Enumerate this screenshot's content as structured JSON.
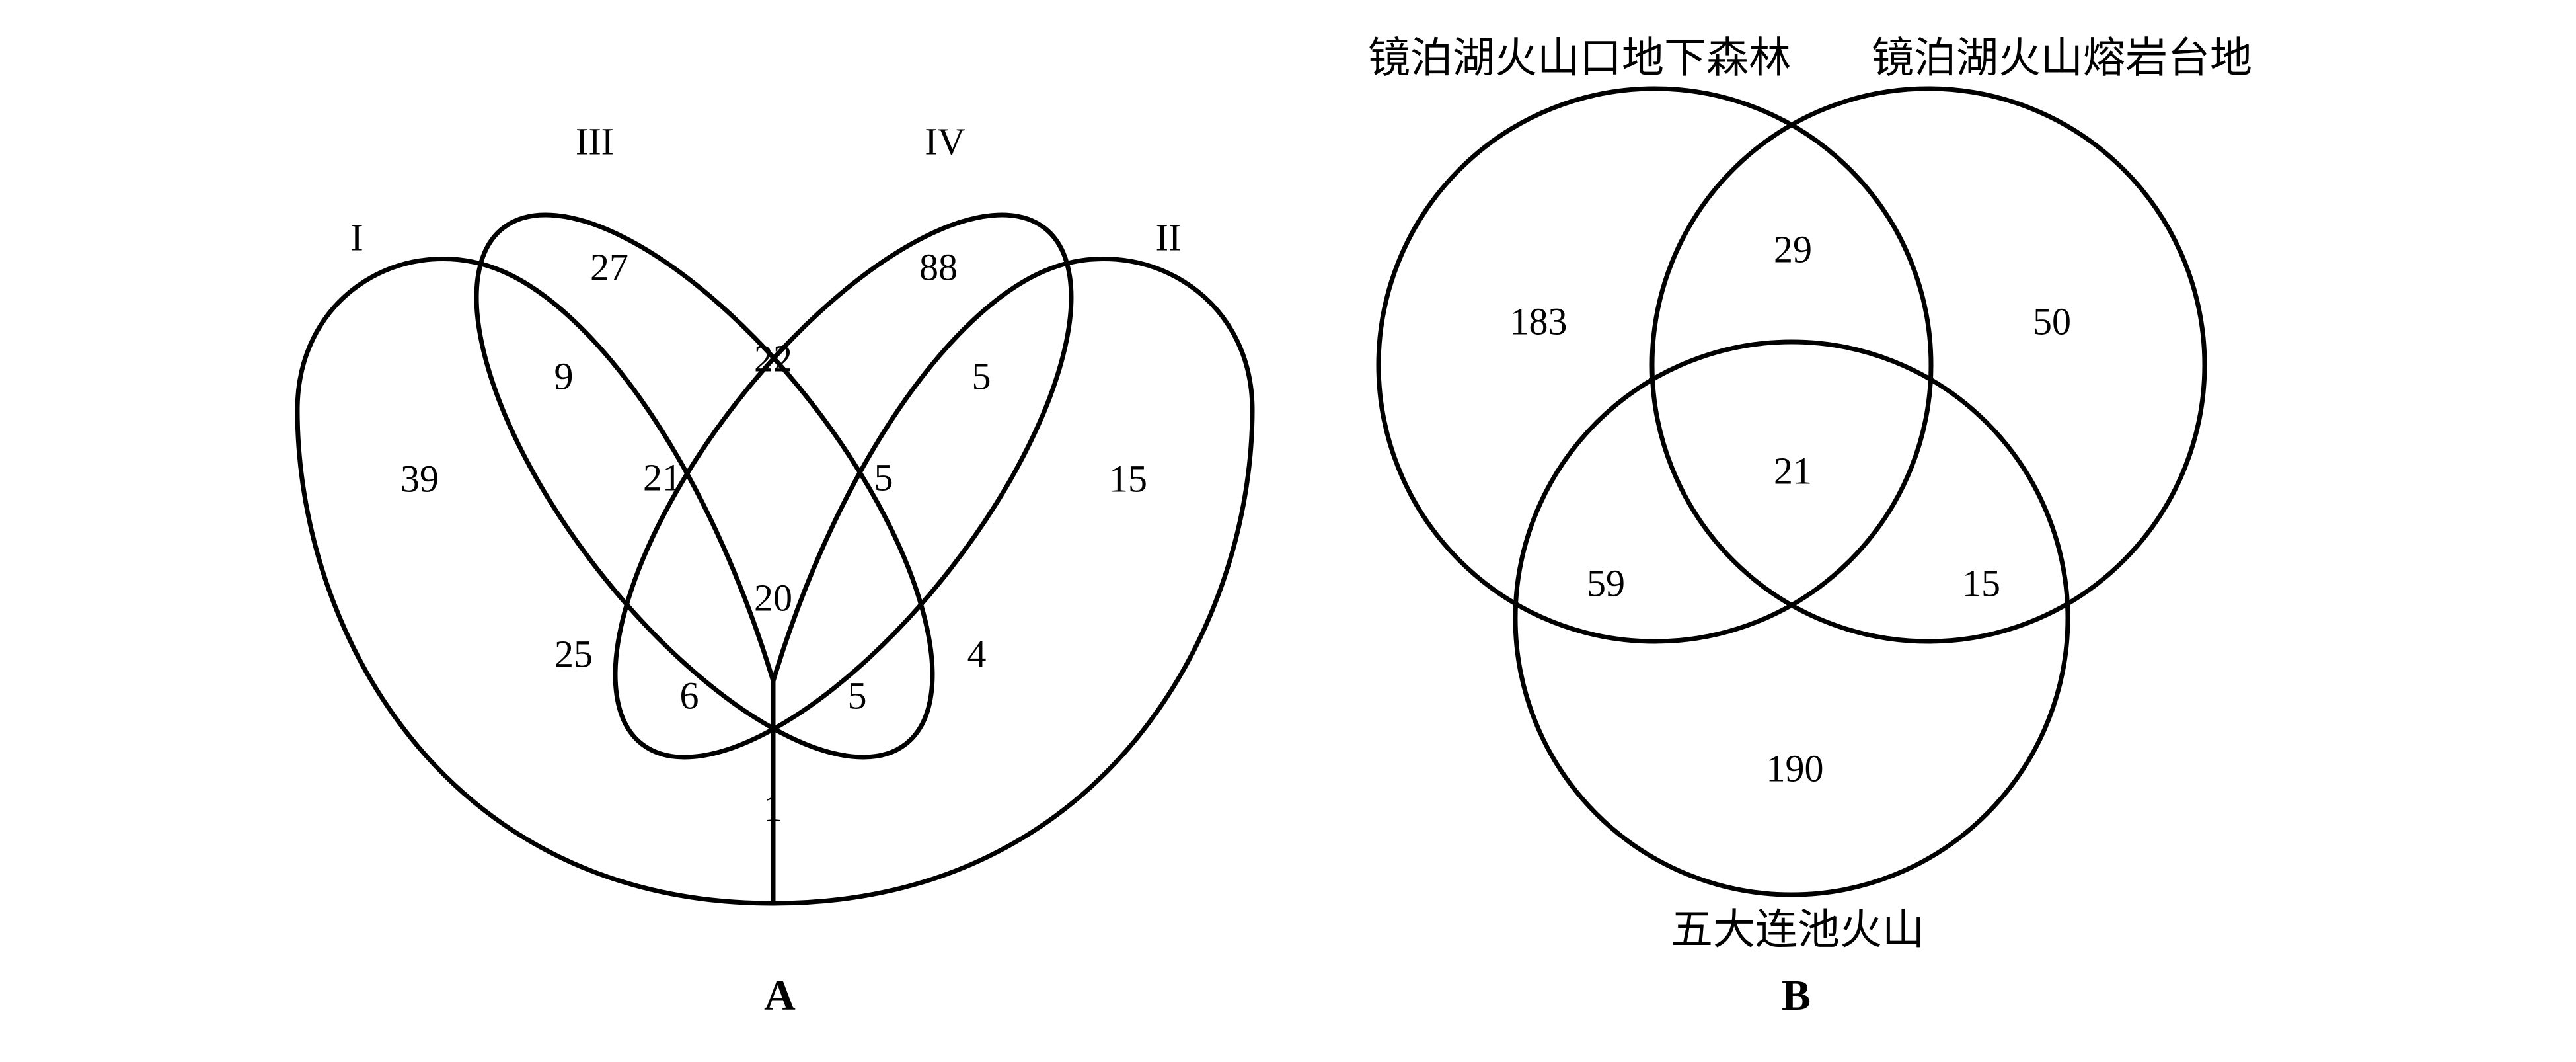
{
  "panel_a": {
    "panel_label": "A",
    "set_labels": {
      "I": "I",
      "II": "II",
      "III": "III",
      "IV": "IV"
    },
    "regions": {
      "I_only": "39",
      "II_only": "15",
      "III_only": "27",
      "IV_only": "88",
      "I_III": "9",
      "III_IV": "22",
      "IV_II": "5",
      "I_III_IV": "21",
      "III_IV_II": "5",
      "all_four": "20",
      "I_IV": "25",
      "III_II": "4",
      "I_IV_II": "6",
      "I_III_II": "5",
      "I_II": "1"
    }
  },
  "panel_b": {
    "panel_label": "B",
    "set_labels": {
      "left": "镜泊湖火山口地下森林",
      "right": "镜泊湖火山熔岩台地",
      "bottom": "五大连池火山"
    },
    "regions": {
      "left_only": "183",
      "right_only": "50",
      "bottom_only": "190",
      "left_right": "29",
      "left_bottom": "59",
      "right_bottom": "15",
      "all_three": "21"
    }
  },
  "colors": {
    "stroke": "#000000",
    "background": "#ffffff"
  }
}
